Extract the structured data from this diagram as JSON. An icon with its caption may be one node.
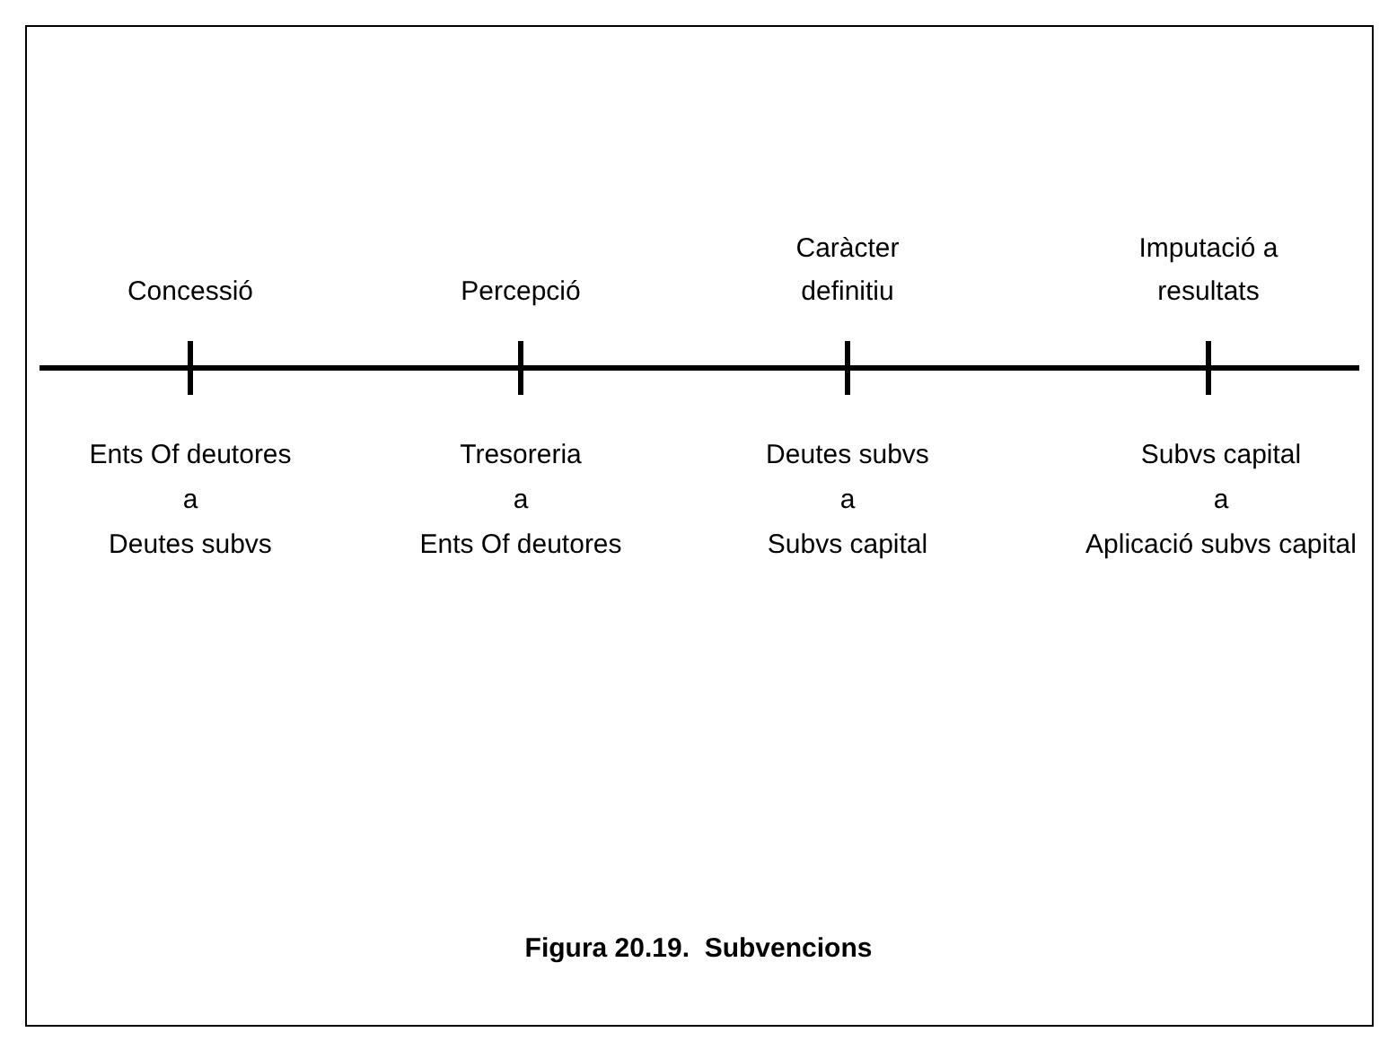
{
  "diagram": {
    "caption": "Figura 20.19.  Subvencions",
    "labels": [
      "Concessió",
      "Percepció",
      "Caràcter definitiu",
      "Imputació a resultats",
      "Ents Of deutores",
      "Tresoreria",
      "Deutes subvs",
      "Subvs capital",
      "a",
      "a",
      "a",
      "a",
      "Deutes subvs",
      "Ents Of deutores",
      "Subvs capital",
      "Aplicació subvs capital"
    ]
  }
}
